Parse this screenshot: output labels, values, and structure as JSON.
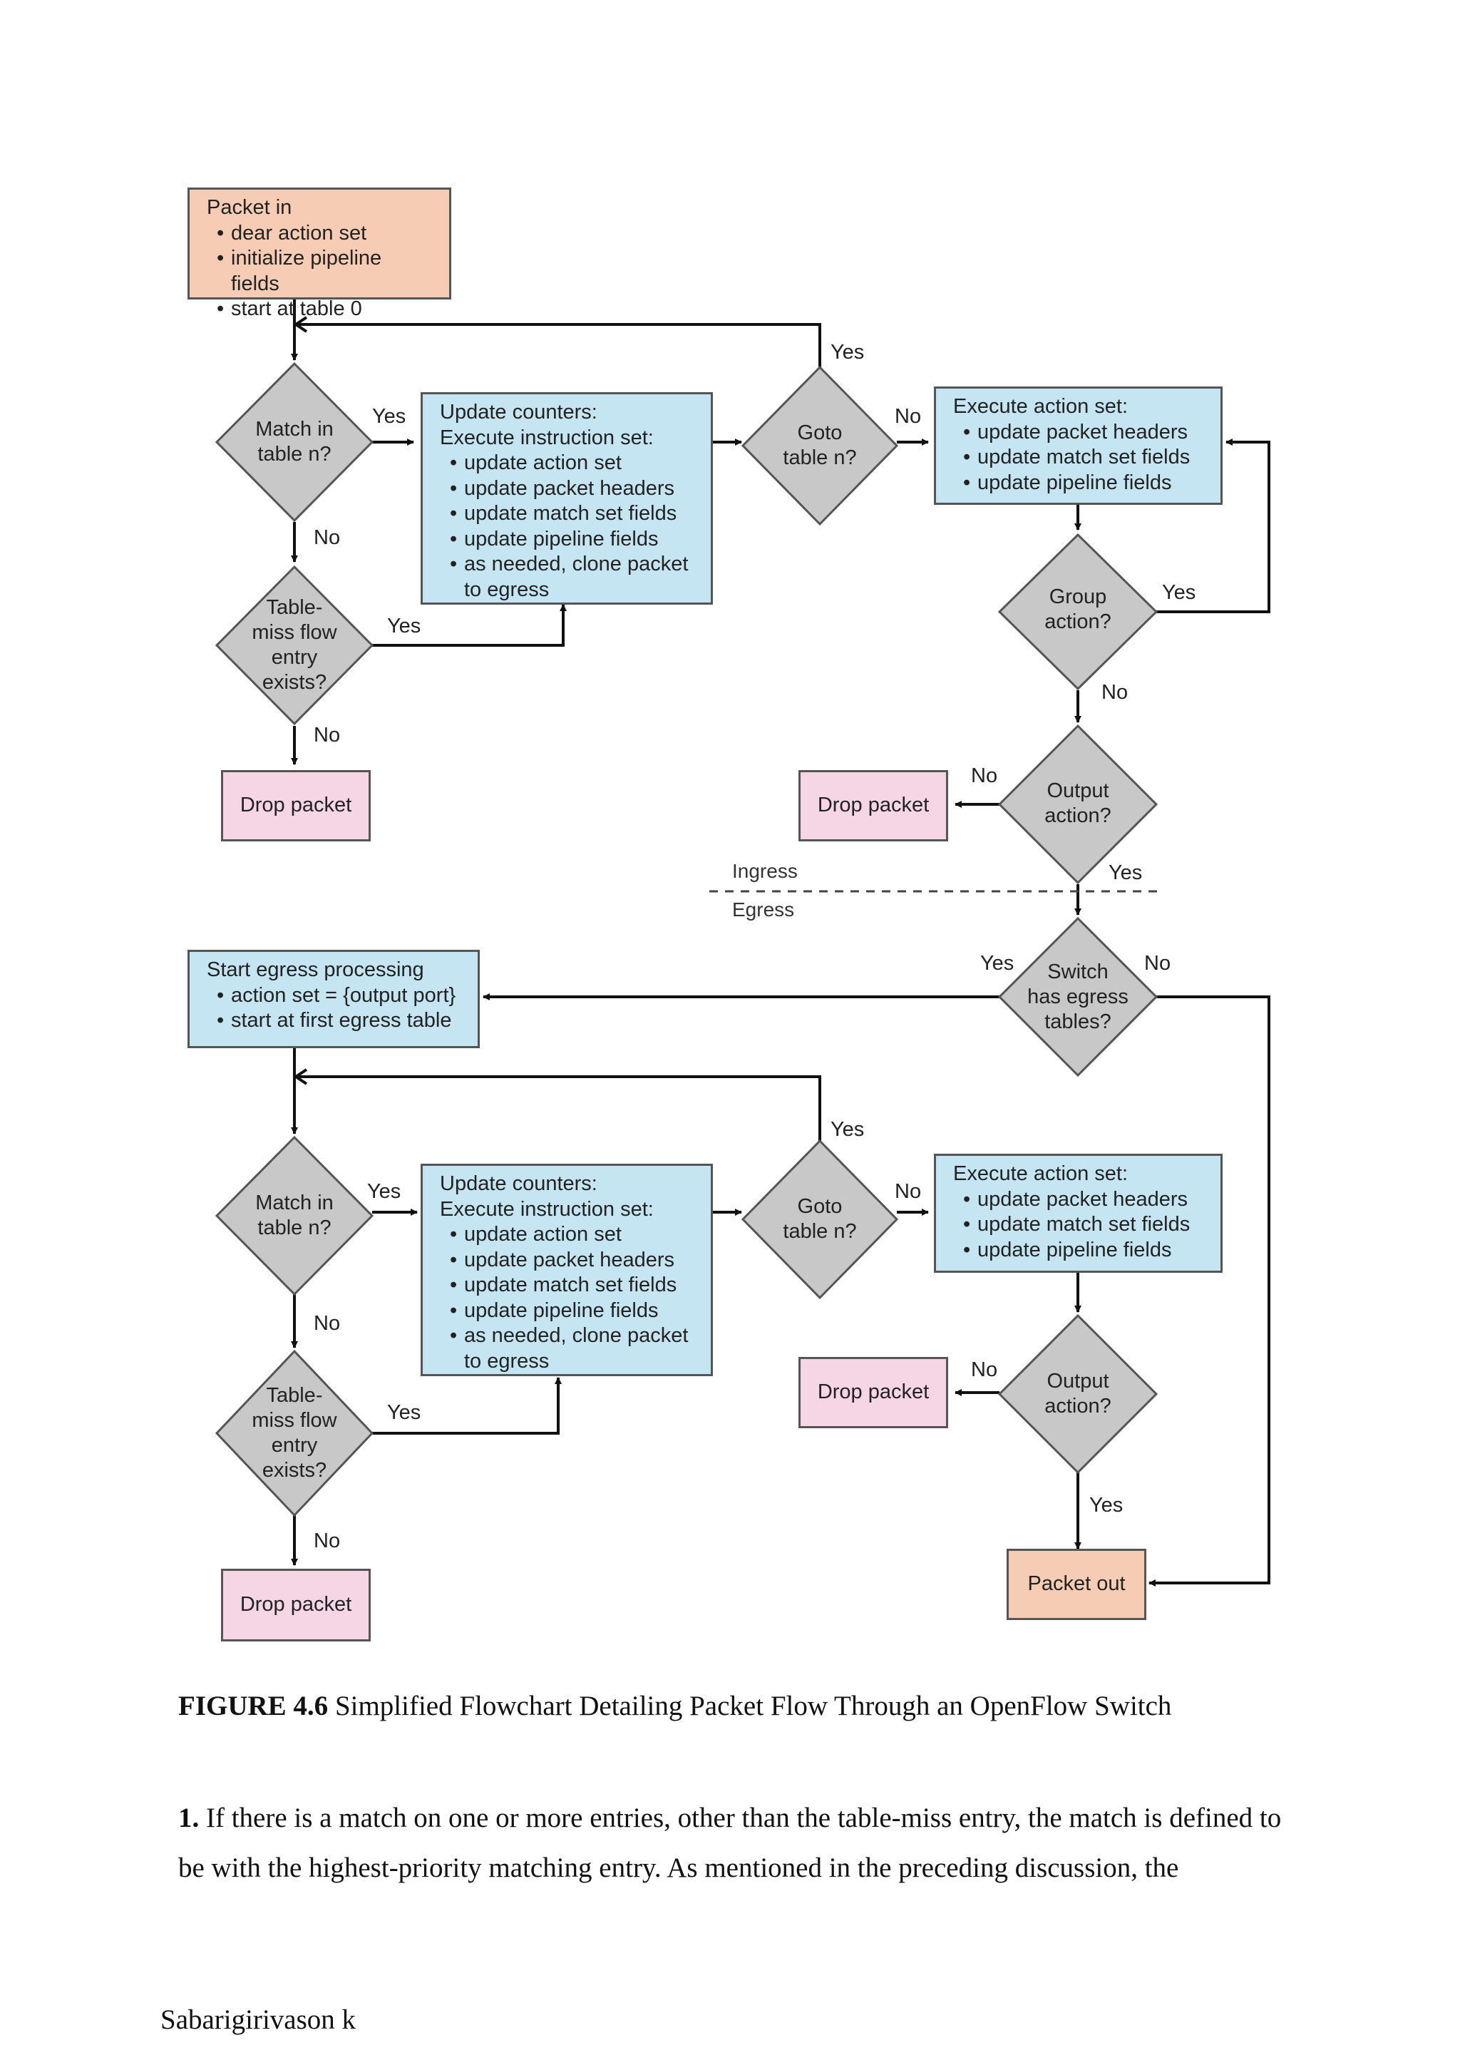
{
  "figure": {
    "ingress": {
      "packet_in": {
        "title": "Packet in",
        "items": [
          "dear action set",
          "initialize pipeline fields",
          "start at table 0"
        ]
      },
      "match": [
        "Match in",
        "table n?"
      ],
      "update": {
        "title1": "Update counters:",
        "title2": "Execute instruction set:",
        "items": [
          "update action set",
          "update packet headers",
          "update match set fields",
          "update pipeline fields",
          "as needed, clone packet"
        ],
        "tail": "to egress"
      },
      "goto": [
        "Goto",
        "table n?"
      ],
      "exec": {
        "title": "Execute action set:",
        "items": [
          "update packet headers",
          "update match set fields",
          "update pipeline fields"
        ]
      },
      "table_miss": [
        "Table-",
        "miss flow",
        "entry",
        "exists?"
      ],
      "group": [
        "Group",
        "action?"
      ],
      "output": [
        "Output",
        "action?"
      ],
      "drop_left": "Drop packet",
      "drop_right": "Drop packet"
    },
    "ingress_label": "Ingress",
    "egress_label": "Egress",
    "egress": {
      "start": {
        "title": "Start egress processing",
        "items": [
          "action set = {output port}",
          "start at first egress table"
        ]
      },
      "switch": [
        "Switch",
        "has egress",
        "tables?"
      ],
      "match": [
        "Match in",
        "table n?"
      ],
      "update": {
        "title1": "Update counters:",
        "title2": "Execute instruction set:",
        "items": [
          "update action set",
          "update packet headers",
          "update match set fields",
          "update pipeline fields",
          "as needed, clone packet"
        ],
        "tail": "to egress"
      },
      "goto": [
        "Goto",
        "table n?"
      ],
      "exec": {
        "title": "Execute action set:",
        "items": [
          "update packet headers",
          "update match set fields",
          "update pipeline fields"
        ]
      },
      "table_miss": [
        "Table-",
        "miss flow",
        "entry",
        "exists?"
      ],
      "output": [
        "Output",
        "action?"
      ],
      "drop_left": "Drop packet",
      "drop_right": "Drop packet",
      "packet_out": "Packet out"
    },
    "labels": {
      "yes": "Yes",
      "no": "No"
    }
  },
  "caption": {
    "number": "FIGURE 4.6",
    "text": "Simplified Flowchart Detailing Packet Flow Through an OpenFlow Switch"
  },
  "paragraph": {
    "number": "1.",
    "text": "If there is a match on one or more entries, other than the table-miss entry, the match is defined to be with the highest-priority matching entry. As mentioned in the preceding discussion, the"
  },
  "author": "Sabarigirivason k",
  "colors": {
    "orange": "#f6cdb4",
    "blue": "#c6e5f3",
    "pink": "#f6d6e4",
    "gray": "#c8c8c8"
  }
}
